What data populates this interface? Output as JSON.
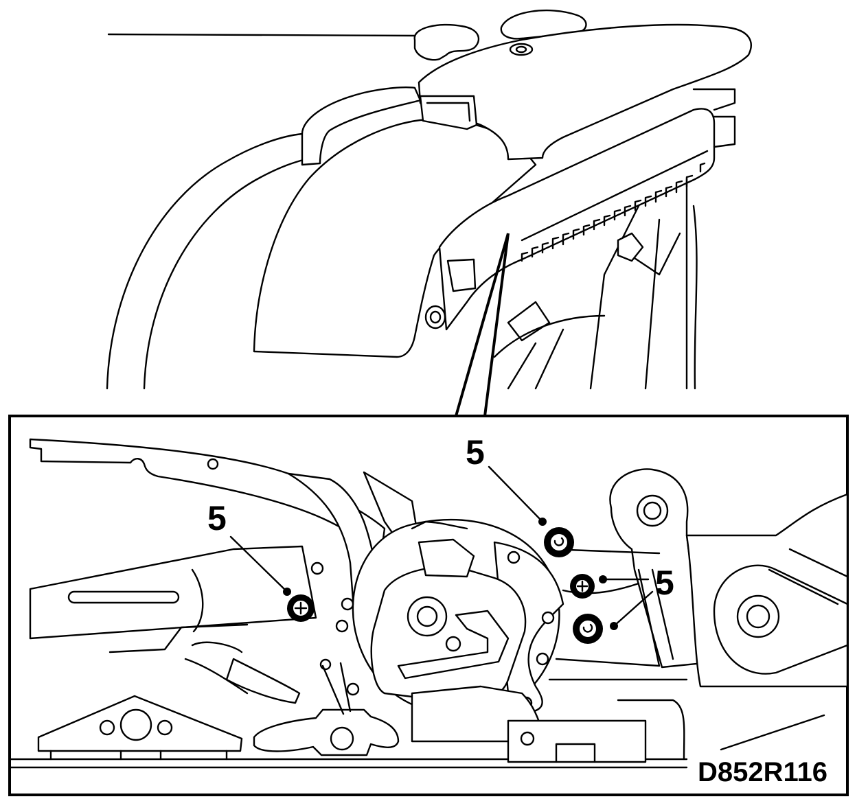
{
  "figure": {
    "reference_code": "D852R116",
    "callouts": [
      {
        "id": "upper",
        "label": "5"
      },
      {
        "id": "left",
        "label": "5"
      },
      {
        "id": "right",
        "label": "5"
      }
    ]
  },
  "colors": {
    "line": "#000000",
    "background": "#ffffff"
  }
}
